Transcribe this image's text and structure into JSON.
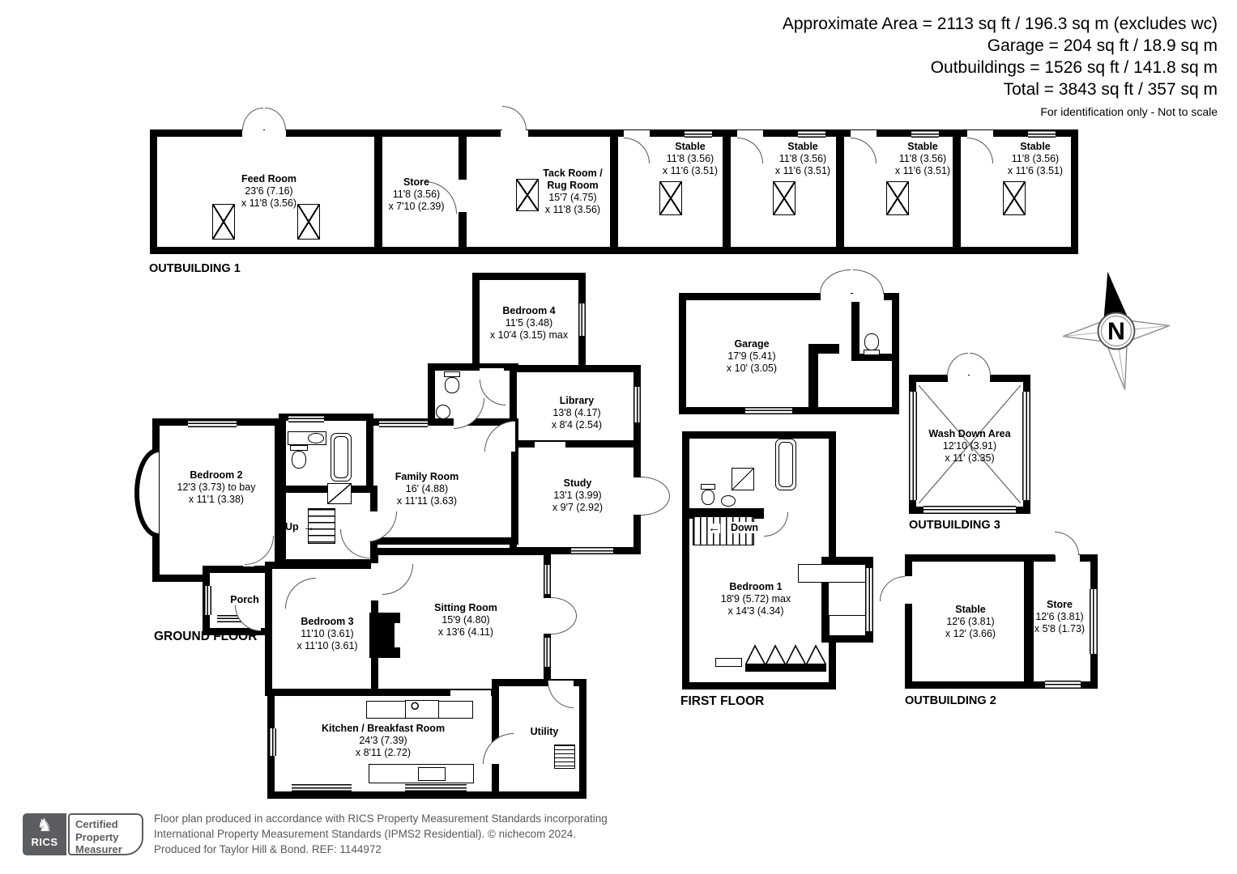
{
  "header": {
    "line1": "Approximate Area = 2113 sq ft / 196.3 sq m (excludes wc)",
    "line2": "Garage = 204 sq ft / 18.9 sq m",
    "line3": "Outbuildings = 1526 sq ft / 141.8 sq m",
    "line4": "Total = 3843 sq ft / 357 sq m",
    "note": "For identification only - Not to scale"
  },
  "sections": {
    "outbuilding1": "OUTBUILDING 1",
    "outbuilding2": "OUTBUILDING 2",
    "outbuilding3": "OUTBUILDING 3",
    "ground_floor": "GROUND FLOOR",
    "first_floor": "FIRST FLOOR"
  },
  "rooms": {
    "feed_room": {
      "name": "Feed Room",
      "d1": "23'6 (7.16)",
      "d2": "x 11'8 (3.56)"
    },
    "store_ob1": {
      "name": "Store",
      "d1": "11'8 (3.56)",
      "d2": "x 7'10 (2.39)"
    },
    "tack_room": {
      "name": "Tack Room /",
      "name2": "Rug Room",
      "d1": "15'7 (4.75)",
      "d2": "x 11'8 (3.56)"
    },
    "stable_ob1": {
      "name": "Stable",
      "d1": "11'8 (3.56)",
      "d2": "x 11'6 (3.51)"
    },
    "bedroom4": {
      "name": "Bedroom 4",
      "d1": "11'5 (3.48)",
      "d2": "x 10'4 (3.15) max"
    },
    "library": {
      "name": "Library",
      "d1": "13'8 (4.17)",
      "d2": "x 8'4 (2.54)"
    },
    "study": {
      "name": "Study",
      "d1": "13'1 (3.99)",
      "d2": "x 9'7 (2.92)"
    },
    "family_room": {
      "name": "Family Room",
      "d1": "16' (4.88)",
      "d2": "x 11'11 (3.63)"
    },
    "bedroom2": {
      "name": "Bedroom 2",
      "d1": "12'3 (3.73) to bay",
      "d2": "x 11'1 (3.38)"
    },
    "bedroom3": {
      "name": "Bedroom 3",
      "d1": "11'10 (3.61)",
      "d2": "x 11'10 (3.61)"
    },
    "sitting_room": {
      "name": "Sitting Room",
      "d1": "15'9 (4.80)",
      "d2": "x 13'6 (4.11)"
    },
    "kitchen": {
      "name": "Kitchen / Breakfast Room",
      "d1": "24'3 (7.39)",
      "d2": "x 8'11 (2.72)"
    },
    "utility": {
      "name": "Utility"
    },
    "porch": {
      "name": "Porch"
    },
    "garage": {
      "name": "Garage",
      "d1": "17'9 (5.41)",
      "d2": "x 10' (3.05)"
    },
    "bedroom1": {
      "name": "Bedroom 1",
      "d1": "18'9 (5.72) max",
      "d2": "x 14'3 (4.34)"
    },
    "wash_down": {
      "name": "Wash Down Area",
      "d1": "12'10 (3.91)",
      "d2": "x 11' (3.35)"
    },
    "stable_ob2": {
      "name": "Stable",
      "d1": "12'6 (3.81)",
      "d2": "x 12' (3.66)"
    },
    "store_ob2": {
      "name": "Store",
      "d1": "12'6 (3.81)",
      "d2": "x 5'8 (1.73)"
    }
  },
  "annotations": {
    "up": "Up",
    "down": "Down",
    "compass_north": "N"
  },
  "footer": {
    "rics": "RICS",
    "badge_line1": "Certified",
    "badge_line2": "Property",
    "badge_line3": "Measurer",
    "text_line1": "Floor plan produced in accordance with RICS Property Measurement Standards incorporating",
    "text_line2": "International Property Measurement Standards (IPMS2 Residential).   © nichecom 2024.",
    "text_line3": "Produced for Taylor Hill & Bond.   REF: 1144972"
  },
  "colors": {
    "wall": "#000000",
    "footer_gray": "#58595b",
    "rics_bg": "#5b5d61"
  }
}
